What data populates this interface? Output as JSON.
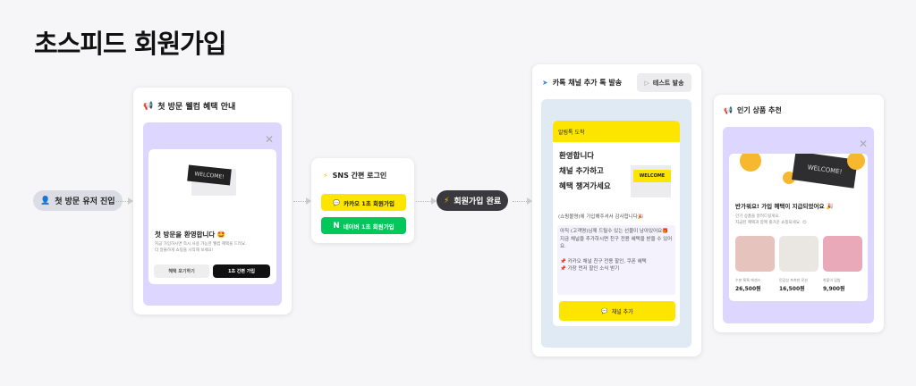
{
  "title": "초스피드 회원가입",
  "flow": {
    "entry": "첫 방문 유저 진입",
    "complete": "회원가입 완료"
  },
  "card1": {
    "header": "첫 방문 웰컴 혜택 안내",
    "modal_title": "첫 방문을 환영합니다 🤩",
    "desc1": "지금 가입하시면 즉시 사용 가능한 웰컴 혜택을 드려요.",
    "desc2": "더 알뜰하게 쇼핑을 시작해 보세요!",
    "ticket": "WELCOME!",
    "btn_secondary": "혜택 포기하기",
    "btn_primary": "1초 간편 가입"
  },
  "card2": {
    "header": "SNS 간편 로그인",
    "kakao": "카카오 1초 회원가입",
    "naver": "네이버 1초 회원가입",
    "naver_logo": "N"
  },
  "card3": {
    "header": "카톡 채널 추가 톡 발송",
    "test_button": "테스트 발송",
    "banner": "알림톡 도착",
    "headline": [
      "환영합니다",
      "채널 추가하고",
      "혜택 챙겨가세요"
    ],
    "envelope": "WELCOME",
    "thanks": "(쇼핑몰명)에 가입해주셔서 감사합니다🎉",
    "body": [
      "아직 (고객명)님께 드릴수 있는 선물이 남아있어요🎁",
      "지금 채널을 추가하시면 친구 전용 혜택을 받을 수 있어요.",
      "",
      "📌 카카오 채널 친구 전용 할인, 쿠폰 혜택",
      "📌 가장 먼저 할인 소식 받기"
    ],
    "cta": "채널 추가"
  },
  "card4": {
    "header": "인기 상품 추천",
    "ticket": "WELCOME!",
    "title": "반가워요! 가입 혜택이 지급되었어요 🎉",
    "desc1": "인기 상품을 알려드릴게요.",
    "desc2": "지급된 혜택과 함께 즐거운 쇼핑되세요. 😊",
    "products": [
      {
        "name": "수분 톡톡 에센스",
        "price": "26,500원"
      },
      {
        "name": "민감성 촉촉한 로션",
        "price": "16,500원"
      },
      {
        "name": "착붙이 립밤",
        "price": "9,900원"
      }
    ]
  },
  "colors": {
    "purple": "#ddd6fe",
    "kakao": "#fee500",
    "naver": "#03c75a",
    "blue_bg": "#dfeaf5",
    "dark": "#3a3a3e"
  }
}
